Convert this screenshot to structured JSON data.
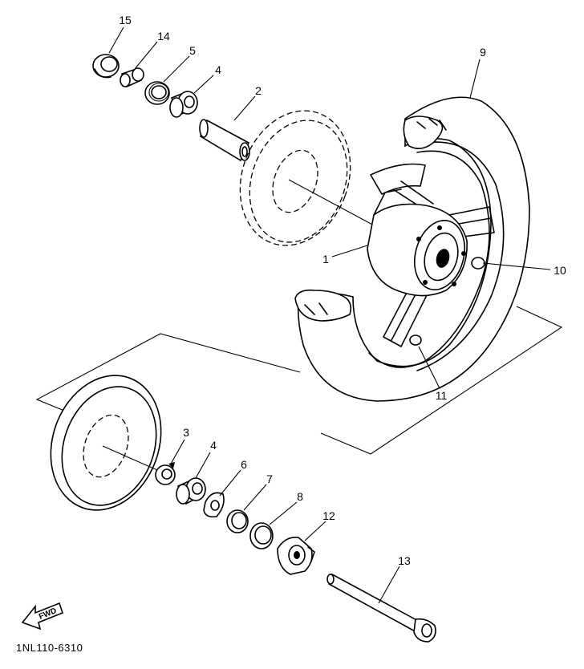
{
  "diagram": {
    "part_code": "1NL110-6310",
    "direction_label": "FWD",
    "callouts": [
      {
        "id": "c15",
        "label": "15"
      },
      {
        "id": "c14",
        "label": "14"
      },
      {
        "id": "c5a",
        "label": "5"
      },
      {
        "id": "c4a",
        "label": "4"
      },
      {
        "id": "c2",
        "label": "2"
      },
      {
        "id": "c9",
        "label": "9"
      },
      {
        "id": "c1",
        "label": "1"
      },
      {
        "id": "c10",
        "label": "10"
      },
      {
        "id": "c11",
        "label": "11"
      },
      {
        "id": "c3",
        "label": "3"
      },
      {
        "id": "c4b",
        "label": "4"
      },
      {
        "id": "c6",
        "label": "6"
      },
      {
        "id": "c7",
        "label": "7"
      },
      {
        "id": "c8",
        "label": "8"
      },
      {
        "id": "c12",
        "label": "12"
      },
      {
        "id": "c13",
        "label": "13"
      }
    ]
  }
}
